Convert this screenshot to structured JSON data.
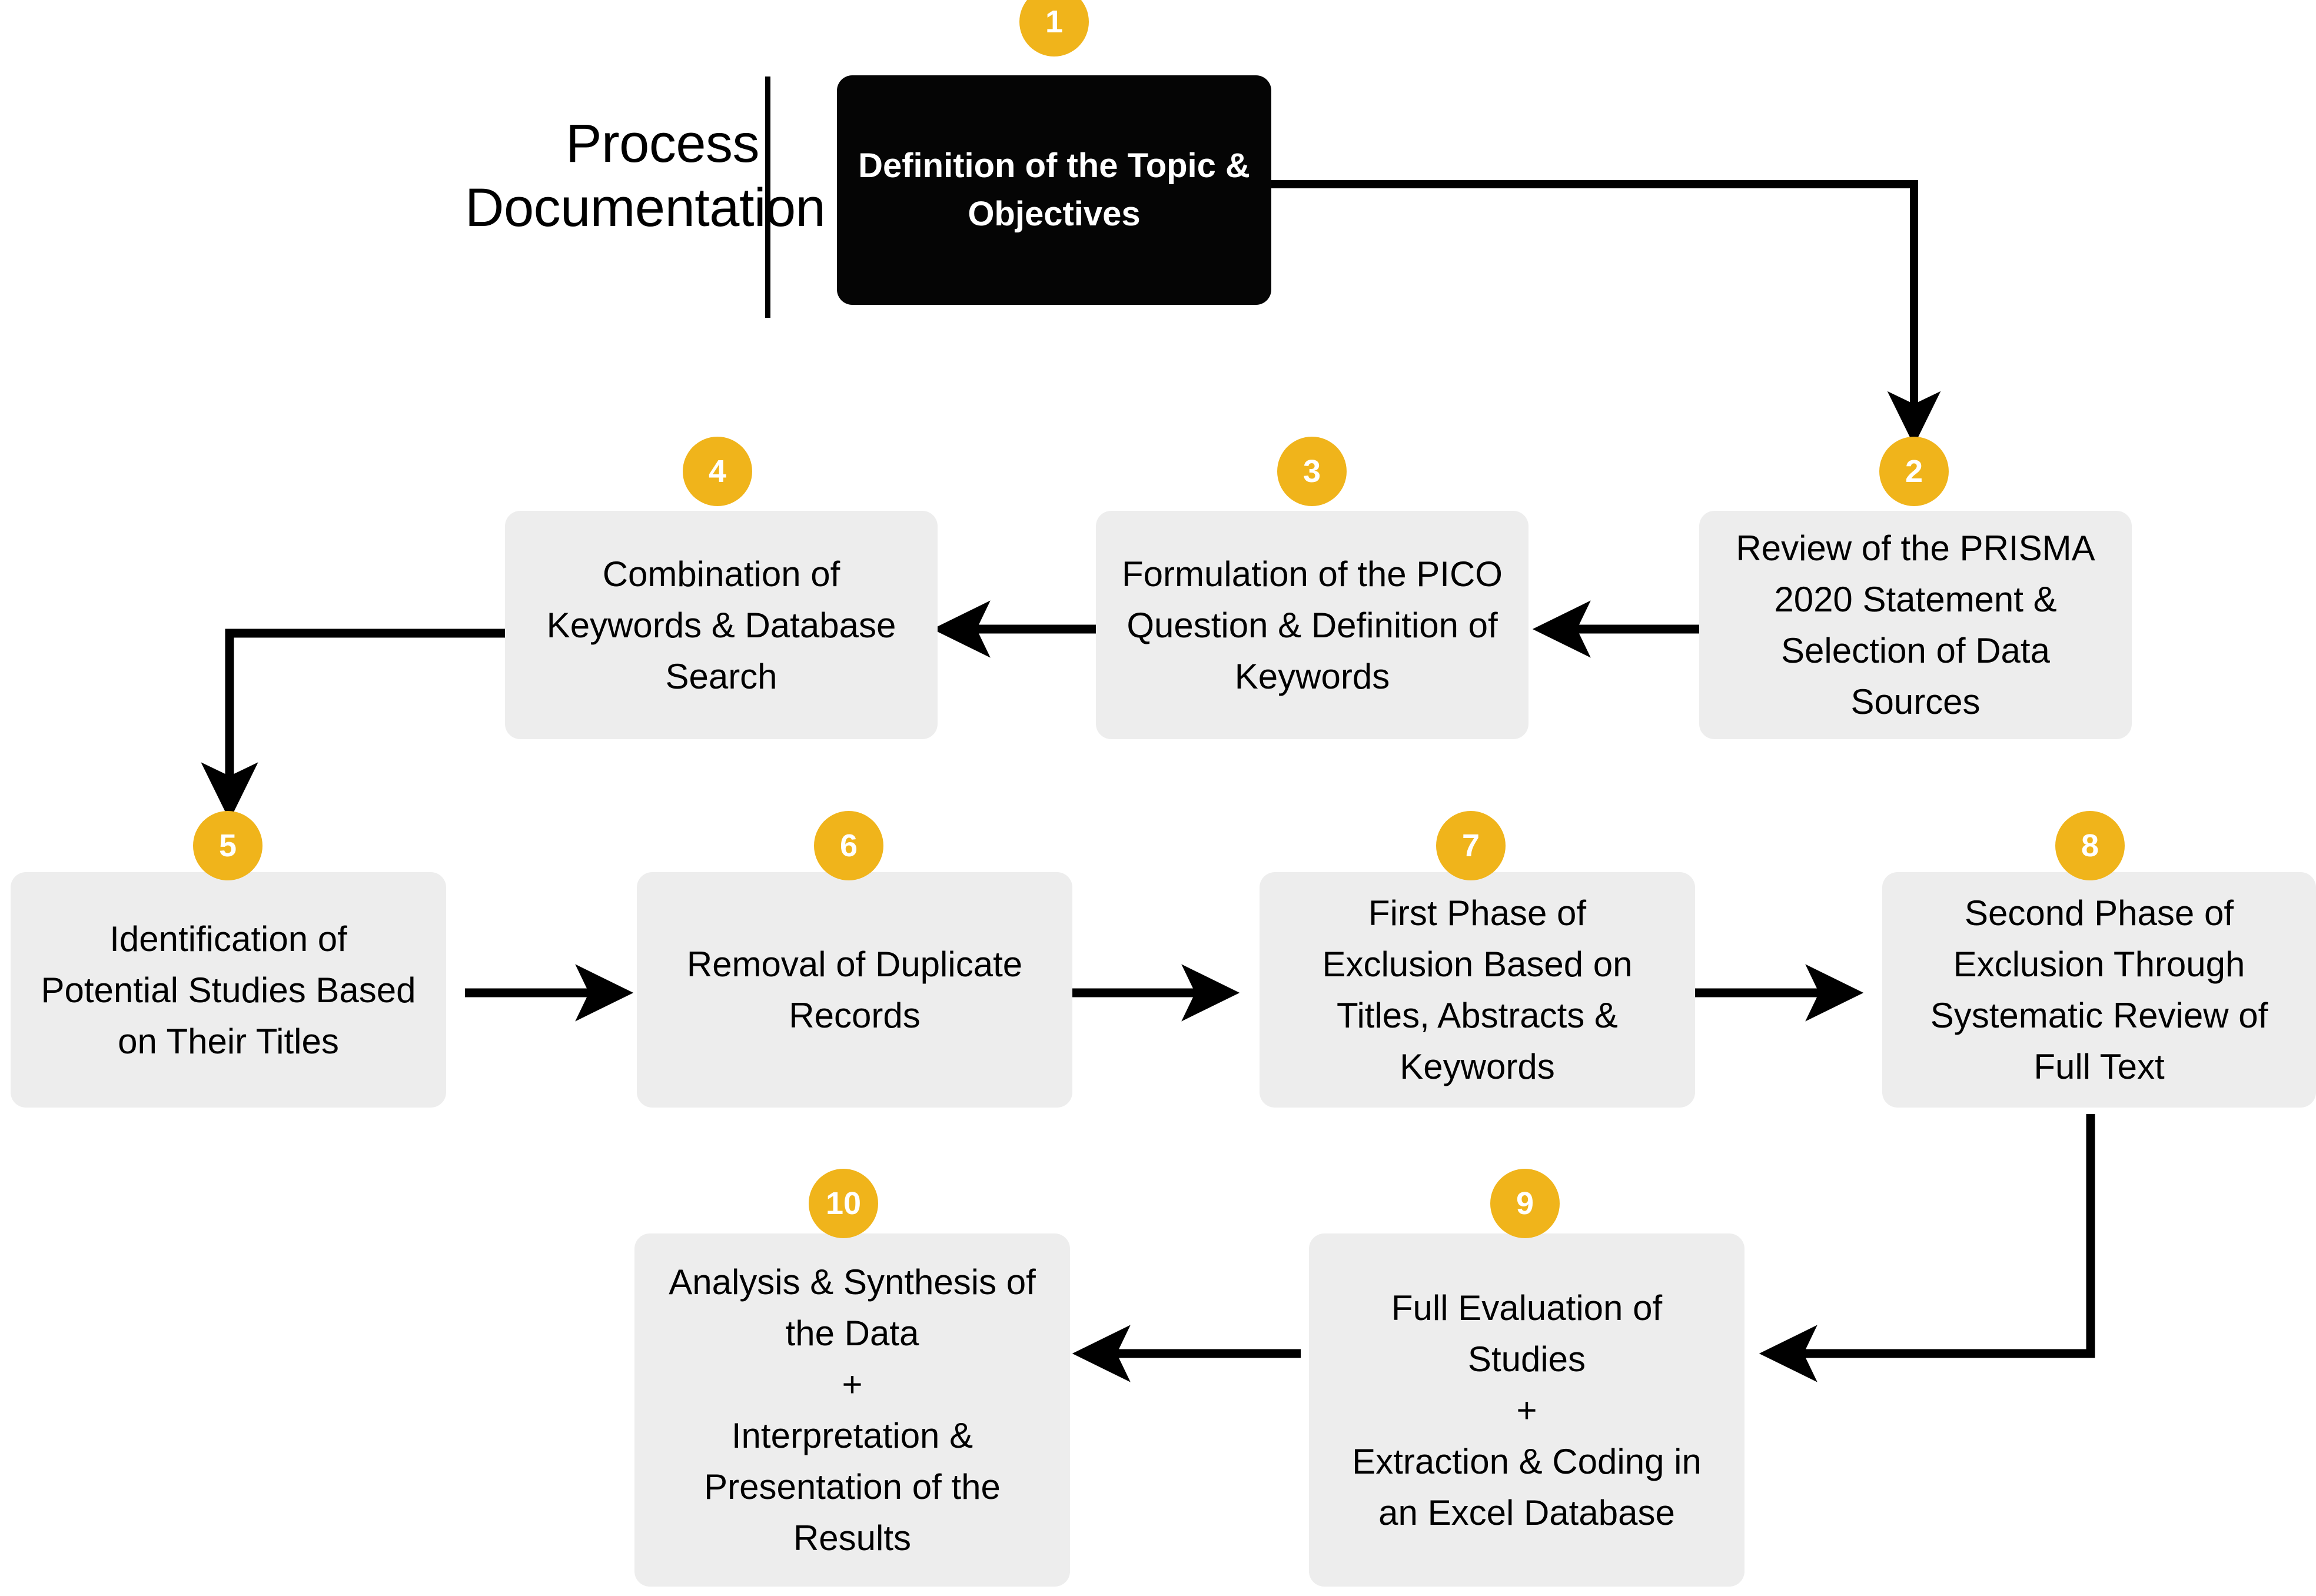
{
  "heading": {
    "text": "Process\nDocumentation"
  },
  "colors": {
    "badge": "#F0B41B",
    "node_gray": "#EDEDED",
    "node_dark": "#050505",
    "edge": "#000000",
    "text_dark": "#000000",
    "text_light": "#FFFFFF"
  },
  "chart_data": {
    "type": "diagram",
    "title": "Process Documentation",
    "diagram_kind": "flowchart",
    "nodes": [
      {
        "id": 1,
        "number": "1",
        "label": "Definition of the Topic &\nObjectives",
        "style": "dark"
      },
      {
        "id": 2,
        "number": "2",
        "label": "Review of the PRISMA\n2020 Statement &\nSelection of Data\nSources",
        "style": "gray"
      },
      {
        "id": 3,
        "number": "3",
        "label": "Formulation of the PICO\nQuestion & Definition of\nKeywords",
        "style": "gray"
      },
      {
        "id": 4,
        "number": "4",
        "label": "Combination of\nKeywords & Database\nSearch",
        "style": "gray"
      },
      {
        "id": 5,
        "number": "5",
        "label": "Identification of\nPotential Studies Based\non Their Titles",
        "style": "gray"
      },
      {
        "id": 6,
        "number": "6",
        "label": "Removal of Duplicate\nRecords",
        "style": "gray"
      },
      {
        "id": 7,
        "number": "7",
        "label": "First Phase of\nExclusion Based on\nTitles, Abstracts &\nKeywords",
        "style": "gray"
      },
      {
        "id": 8,
        "number": "8",
        "label": "Second Phase of\nExclusion Through\nSystematic Review of\nFull Text",
        "style": "gray"
      },
      {
        "id": 9,
        "number": "9",
        "label": "Full Evaluation of\nStudies\n+\nExtraction & Coding in\nan Excel Database",
        "style": "gray"
      },
      {
        "id": 10,
        "number": "10",
        "label": "Analysis & Synthesis of\nthe Data\n+\nInterpretation &\nPresentation of the\nResults",
        "style": "gray"
      }
    ],
    "edges": [
      {
        "from": 1,
        "to": 2,
        "route": "right-down"
      },
      {
        "from": 2,
        "to": 3,
        "route": "left"
      },
      {
        "from": 3,
        "to": 4,
        "route": "left"
      },
      {
        "from": 4,
        "to": 5,
        "route": "left-down"
      },
      {
        "from": 5,
        "to": 6,
        "route": "right"
      },
      {
        "from": 6,
        "to": 7,
        "route": "right"
      },
      {
        "from": 7,
        "to": 8,
        "route": "right"
      },
      {
        "from": 8,
        "to": 9,
        "route": "down-left"
      },
      {
        "from": 9,
        "to": 10,
        "route": "left"
      }
    ]
  }
}
